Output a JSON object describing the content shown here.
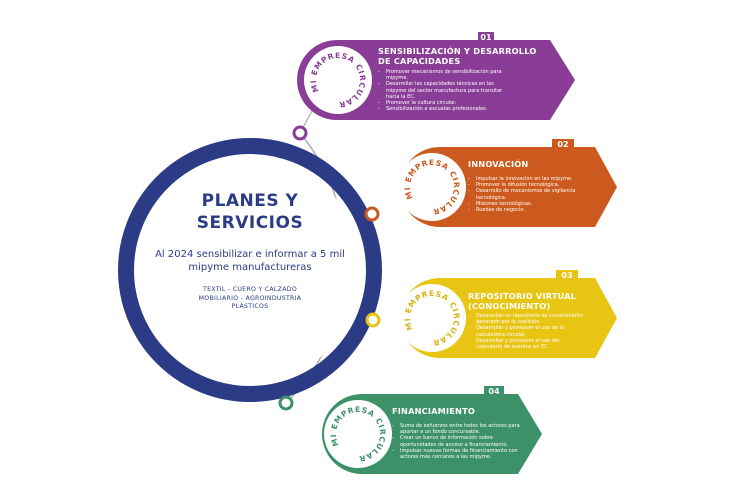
{
  "center": {
    "title": "PLANES Y SERVICIOS",
    "goal": "Al 2024 sensibilizar e informar a 5 mil mipyme manufactureras",
    "sectors_line1": "TEXTIL - CUERO Y CALZADO",
    "sectors_line2": "MOBILIARIO - AGROINDUSTRIA",
    "sectors_line3": "PLÁSTICOS"
  },
  "badge_text": "MI EMPRESA CIRCULAR",
  "colors": {
    "navy": "#2b3b86",
    "purple": "#8a3d96",
    "orange": "#cc5a1e",
    "yellow": "#e8c413",
    "green": "#3d9168"
  },
  "cards": [
    {
      "number": "01",
      "title": "SENSIBILIZACIÓN Y DESARROLLO DE CAPACIDADES",
      "items": [
        "Promover mecanismos de sensibilización para mipyme.",
        "Desarrollar las capacidades técnicas en las mipyme del sector manufactura para transitar hacia la EC.",
        "Promover la cultura circular.",
        "Sensibilización a escuelas profesionales."
      ]
    },
    {
      "number": "02",
      "title": "INNOVACIÓN",
      "items": [
        "Impulsar la innovación en las mipyme.",
        "Promover la difusión tecnológica.",
        "Desarrollo de mecanismos de vigilancia tecnológica.",
        "Misiones tecnológicas.",
        "Ruedas de negocio."
      ]
    },
    {
      "number": "03",
      "title": "REPOSITORIO VIRTUAL (CONOCIMIENTO)",
      "items": [
        "Desarrollar un repositorio de conocimiento generado por la coalición.",
        "Desarrollar y promover el uso de la calculadora circular.",
        "Desarrollar y promover el uso del calendario de eventos en EC."
      ]
    },
    {
      "number": "04",
      "title": "FINANCIAMIENTO",
      "items": [
        "Suma de esfuerzos entre todos los actores para aportar a un fondo concursable.",
        "Crear un banco de información sobre oportunidades de acceso a financiamiento.",
        "Impulsar nuevas formas de financiamiento con actores más cercanos a las mipyme."
      ]
    }
  ]
}
